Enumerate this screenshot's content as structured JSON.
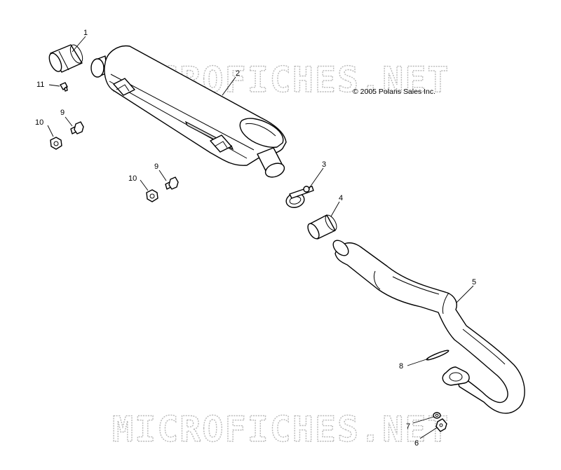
{
  "copyright": "© 2005 Polaris Sales Inc.",
  "watermark": "MICROFICHES.NET",
  "callouts": [
    {
      "id": "c1",
      "label": "1"
    },
    {
      "id": "c2",
      "label": "2"
    },
    {
      "id": "c3",
      "label": "3"
    },
    {
      "id": "c4",
      "label": "4"
    },
    {
      "id": "c5",
      "label": "5"
    },
    {
      "id": "c6",
      "label": "6"
    },
    {
      "id": "c7",
      "label": "7"
    },
    {
      "id": "c8",
      "label": "8"
    },
    {
      "id": "c9a",
      "label": "9"
    },
    {
      "id": "c9b",
      "label": "9"
    },
    {
      "id": "c10a",
      "label": "10"
    },
    {
      "id": "c10b",
      "label": "10"
    },
    {
      "id": "c11",
      "label": "11"
    }
  ]
}
